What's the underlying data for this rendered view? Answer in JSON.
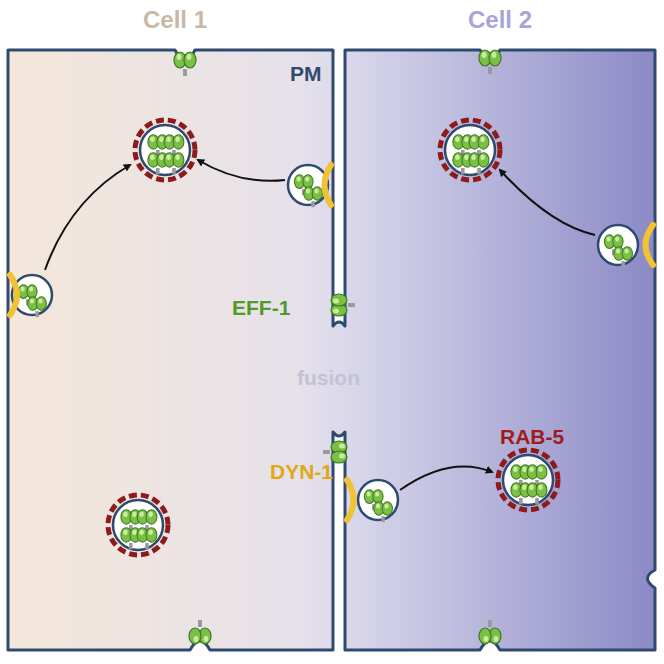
{
  "diagram": {
    "nodes": [
      {
        "text": [
          "Cell 1"
        ]
      },
      {
        "text": [
          "Cell 2"
        ]
      }
    ],
    "labels": [
      "PM",
      "EFF-1",
      "fusion",
      "RAB-5",
      "DYN-1"
    ]
  }
}
